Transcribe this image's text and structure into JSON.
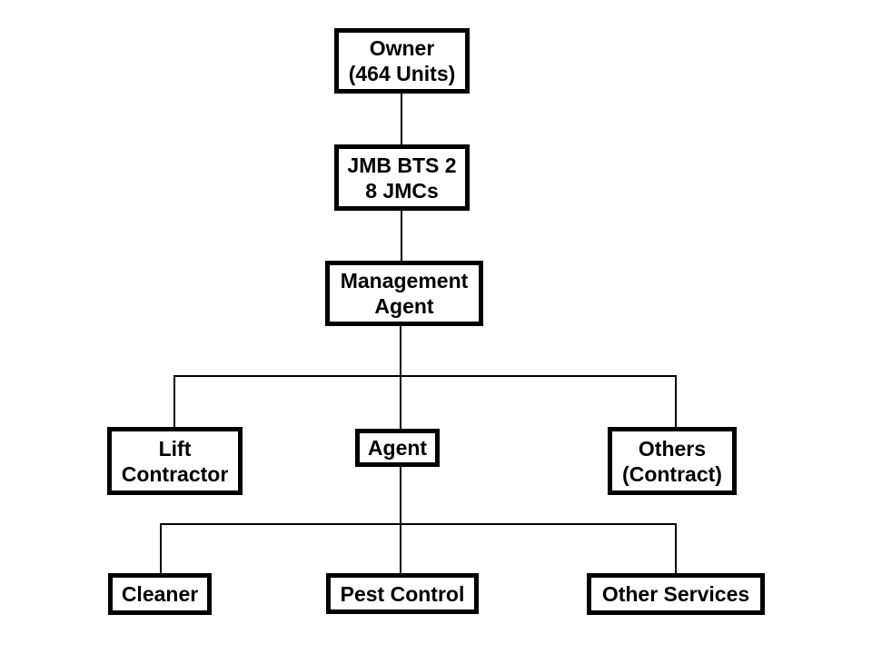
{
  "diagram": {
    "type": "org-chart",
    "colors": {
      "background": "#ffffff",
      "box_fill": "#ffffff",
      "box_border": "#000000",
      "connector": "#000000",
      "text": "#000000"
    },
    "nodes": {
      "owner": {
        "label": "Owner\n(464 Units)"
      },
      "jmb": {
        "label": "JMB BTS 2\n8 JMCs"
      },
      "management_agent": {
        "label": "Management\nAgent"
      },
      "lift_contractor": {
        "label": "Lift\nContractor"
      },
      "agent": {
        "label": "Agent"
      },
      "others_contract": {
        "label": "Others\n(Contract)"
      },
      "cleaner": {
        "label": "Cleaner"
      },
      "pest_control": {
        "label": "Pest Control"
      },
      "other_services": {
        "label": "Other Services"
      }
    },
    "edges": [
      {
        "from": "owner",
        "to": "jmb"
      },
      {
        "from": "jmb",
        "to": "management_agent"
      },
      {
        "from": "management_agent",
        "to": "lift_contractor"
      },
      {
        "from": "management_agent",
        "to": "agent"
      },
      {
        "from": "management_agent",
        "to": "others_contract"
      },
      {
        "from": "agent",
        "to": "cleaner"
      },
      {
        "from": "agent",
        "to": "pest_control"
      },
      {
        "from": "agent",
        "to": "other_services"
      }
    ]
  }
}
